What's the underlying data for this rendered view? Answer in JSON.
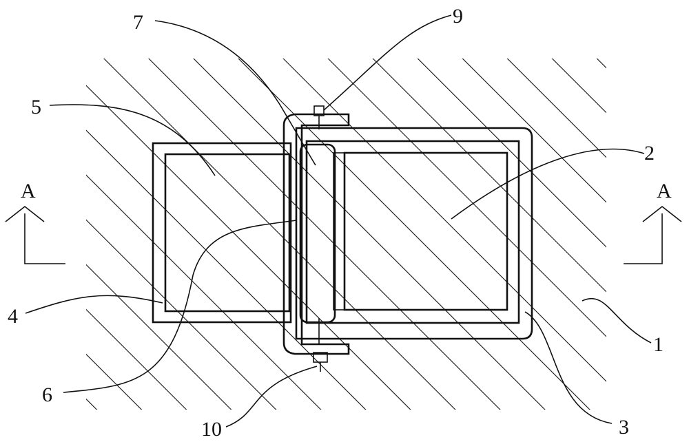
{
  "figure": {
    "part_labels": {
      "p1": "1",
      "p2": "2",
      "p3": "3",
      "p4": "4",
      "p5": "5",
      "p6": "6",
      "p7": "7",
      "p9": "9",
      "p10": "10"
    },
    "section_marks": {
      "left": "A",
      "right": "A"
    },
    "colors": {
      "line": "#111111",
      "background": "#ffffff"
    }
  }
}
